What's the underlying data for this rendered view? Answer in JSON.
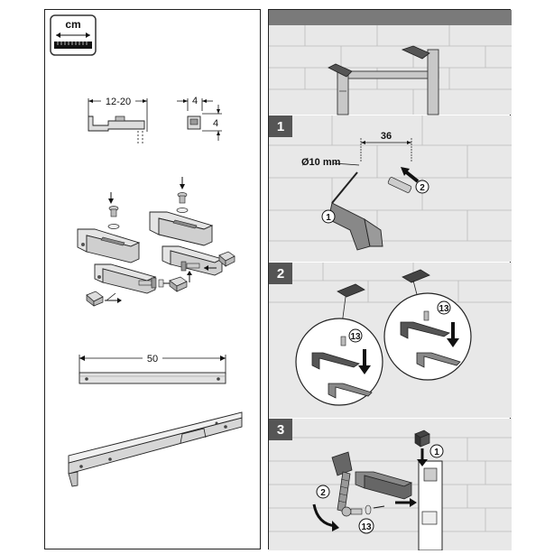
{
  "unit_badge": {
    "label": "cm"
  },
  "left_panel": {
    "dim_bracket_width": "12-20",
    "dim_bracket_depth": "4",
    "dim_bracket_height": "4",
    "dim_rail_length": "50"
  },
  "right_panel": {
    "steps": [
      {
        "number": "1",
        "drill_label": "Ø10 mm",
        "spacing_label": "36",
        "callouts": [
          "1",
          "2"
        ]
      },
      {
        "number": "2",
        "callouts": [
          "13",
          "13"
        ]
      },
      {
        "number": "3",
        "callouts": [
          "1",
          "2",
          "13"
        ]
      }
    ]
  },
  "colors": {
    "header_bar": "#7a7a7a",
    "step_badge": "#555555",
    "wall_bg": "#e8e8e8",
    "metal": "#b8b8b8",
    "dark_metal": "#444444"
  }
}
